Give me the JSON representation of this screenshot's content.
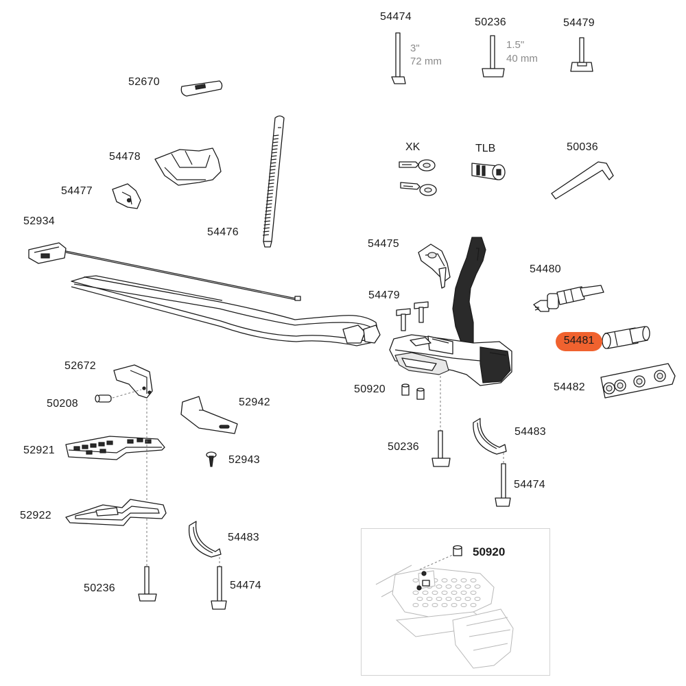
{
  "parts": {
    "p54474_top": "54474",
    "p50236_top": "50236",
    "p54479_top": "54479",
    "p52670": "52670",
    "p54478": "54478",
    "p54477": "54477",
    "p52934": "52934",
    "p54476": "54476",
    "pXK": "XK",
    "pTLB": "TLB",
    "p50036": "50036",
    "p54475": "54475",
    "p54479_mid": "54479",
    "p54480": "54480",
    "p54481": "54481",
    "p54482": "54482",
    "p50920_mid": "50920",
    "p50236_mid": "50236",
    "p54483_mid": "54483",
    "p54474_mid": "54474",
    "p52672": "52672",
    "p50208": "50208",
    "p52942": "52942",
    "p52921": "52921",
    "p52943": "52943",
    "p52922": "52922",
    "p54483_bot": "54483",
    "p54474_bot": "54474",
    "p50236_bot": "50236",
    "p50920_inset": "50920"
  },
  "dimensions": {
    "bolt_long_in": "3\"",
    "bolt_long_mm": "72 mm",
    "bolt_short_in": "1.5\"",
    "bolt_short_mm": "40 mm"
  },
  "highlight": {
    "part": "54481",
    "color": "#f0622f"
  }
}
